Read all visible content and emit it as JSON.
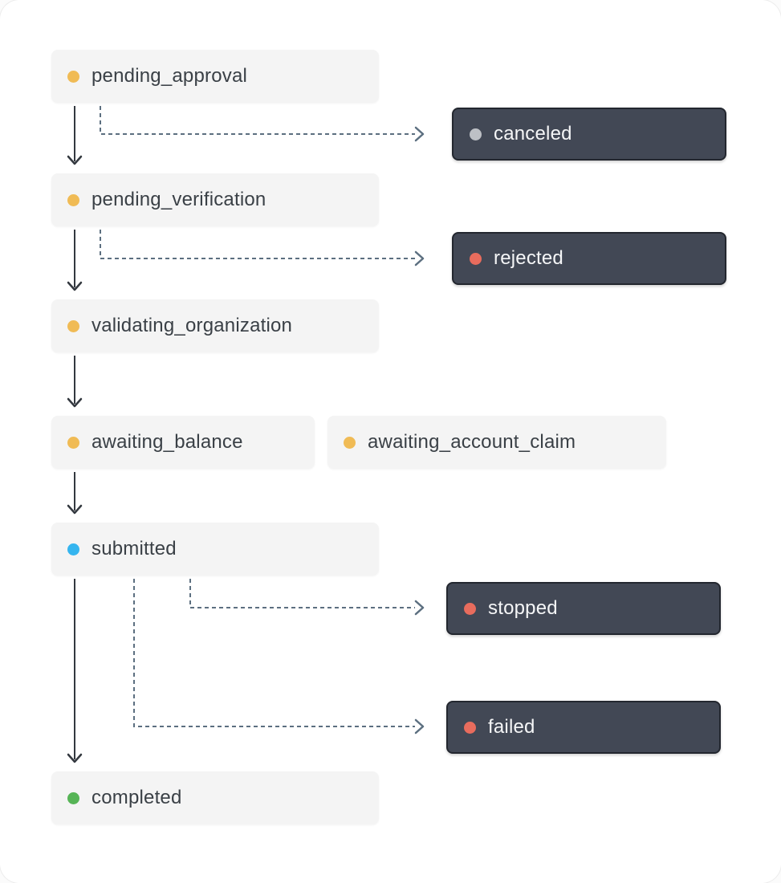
{
  "colors": {
    "solid-arrow": "#33383F",
    "dashed-arrow": "#5C6F80",
    "light-box-bg": "#F4F4F4",
    "light-box-text": "#3A4046",
    "dark-box-bg": "#424855",
    "dark-box-border": "#23272F",
    "dark-box-text": "#F5F6F7",
    "card-bg": "#FFFFFF"
  },
  "nodes": [
    {
      "id": "pending_approval",
      "label": "pending_approval",
      "dot_color": "#F0BB55",
      "variant": "light"
    },
    {
      "id": "canceled",
      "label": "canceled",
      "dot_color": "#BDC0C5",
      "variant": "dark"
    },
    {
      "id": "pending_verification",
      "label": "pending_verification",
      "dot_color": "#F0BB55",
      "variant": "light"
    },
    {
      "id": "rejected",
      "label": "rejected",
      "dot_color": "#E86C5D",
      "variant": "dark"
    },
    {
      "id": "validating_organization",
      "label": "validating_organization",
      "dot_color": "#F0BB55",
      "variant": "light"
    },
    {
      "id": "awaiting_balance",
      "label": "awaiting_balance",
      "dot_color": "#F0BB55",
      "variant": "light"
    },
    {
      "id": "awaiting_account_claim",
      "label": "awaiting_account_claim",
      "dot_color": "#F0BB55",
      "variant": "light"
    },
    {
      "id": "submitted",
      "label": "submitted",
      "dot_color": "#35B5EF",
      "variant": "light"
    },
    {
      "id": "stopped",
      "label": "stopped",
      "dot_color": "#E86C5D",
      "variant": "dark"
    },
    {
      "id": "failed",
      "label": "failed",
      "dot_color": "#E86C5D",
      "variant": "dark"
    },
    {
      "id": "completed",
      "label": "completed",
      "dot_color": "#56B456",
      "variant": "light"
    }
  ],
  "edges": [
    {
      "from": "pending_approval",
      "to": "pending_verification",
      "style": "solid"
    },
    {
      "from": "pending_approval",
      "to": "canceled",
      "style": "dashed"
    },
    {
      "from": "pending_verification",
      "to": "validating_organization",
      "style": "solid"
    },
    {
      "from": "pending_verification",
      "to": "rejected",
      "style": "dashed"
    },
    {
      "from": "validating_organization",
      "to": "awaiting_balance",
      "style": "solid"
    },
    {
      "from": "awaiting_balance",
      "to": "submitted",
      "style": "solid"
    },
    {
      "from": "submitted",
      "to": "stopped",
      "style": "dashed"
    },
    {
      "from": "submitted",
      "to": "failed",
      "style": "dashed"
    },
    {
      "from": "submitted",
      "to": "completed",
      "style": "solid"
    }
  ]
}
